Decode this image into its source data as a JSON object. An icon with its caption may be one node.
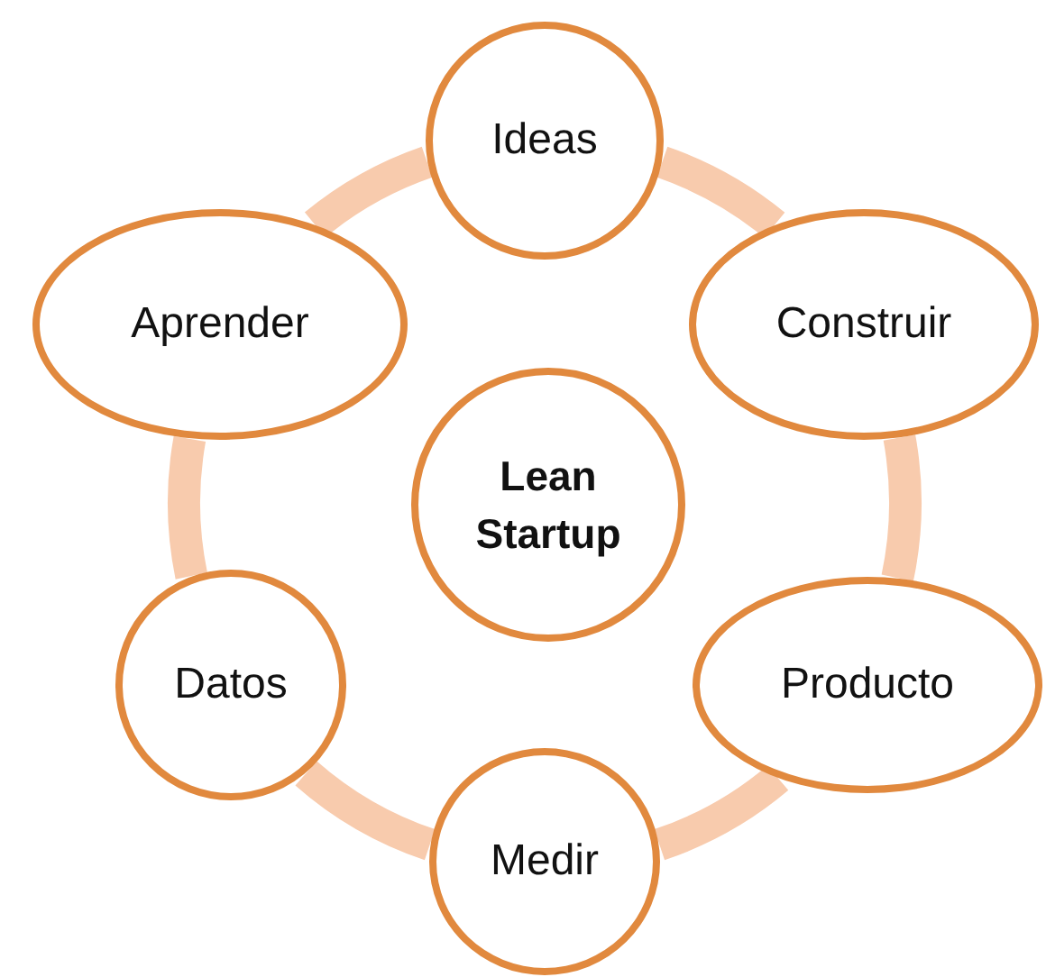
{
  "diagram": {
    "nodes": [
      {
        "text": [
          "Lean Startup"
        ]
      },
      {
        "text": [
          "Ideas"
        ]
      },
      {
        "text": [
          "Construir"
        ]
      },
      {
        "text": [
          "Producto"
        ]
      },
      {
        "text": [
          "Medir"
        ]
      },
      {
        "text": [
          "Datos"
        ]
      },
      {
        "text": [
          "Aprender"
        ]
      }
    ],
    "edges": [
      {
        "from": 1,
        "to": 2,
        "arrow": "none"
      },
      {
        "from": 2,
        "to": 3,
        "arrow": "none"
      },
      {
        "from": 3,
        "to": 4,
        "arrow": "none"
      },
      {
        "from": 4,
        "to": 5,
        "arrow": "none"
      },
      {
        "from": 5,
        "to": 6,
        "arrow": "none"
      },
      {
        "from": 6,
        "to": 1,
        "arrow": "none"
      }
    ]
  }
}
